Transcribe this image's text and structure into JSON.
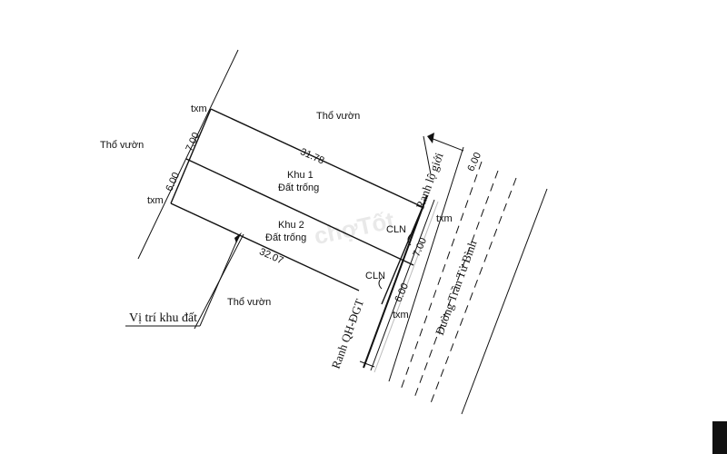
{
  "labels": {
    "garden_top": "Thổ vườn",
    "garden_left": "Thổ vườn",
    "garden_bottom": "Thổ vườn",
    "khu1_name": "Khu 1",
    "khu1_status": "Đất trống",
    "khu2_name": "Khu 2",
    "khu2_status": "Đất trống",
    "txm_top_left": "txm",
    "txm_mid_left": "txm",
    "txm_mid_right": "txm",
    "txm_bottom_right": "txm",
    "cln_upper": "CLN",
    "cln_lower": "CLN",
    "location": "Vị trí khu đất",
    "road_name": "Đường Trần Tử Bình",
    "boundary_limit": "Ranh lộ giới",
    "boundary_plan": "Ranh QH-ĐGT",
    "watermark": "chợTốt"
  },
  "dimensions": {
    "top_length": "31.78",
    "bottom_length": "32.07",
    "left_width_khu1": "7.00",
    "left_width_khu2": "6.00",
    "right_width_khu1": "7.00",
    "right_width_khu2": "6.00",
    "road_setback": "6.00"
  }
}
